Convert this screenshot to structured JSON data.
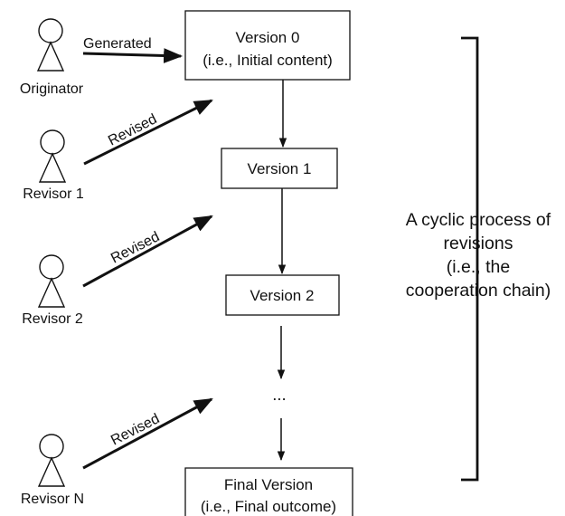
{
  "versions": [
    {
      "line1": "Version 0",
      "line2": "(i.e., Initial content)"
    },
    {
      "line1": "Version 1"
    },
    {
      "line1": "Version 2"
    },
    {
      "line1": "..."
    },
    {
      "line1": "Final Version",
      "line2": "(i.e., Final outcome)"
    }
  ],
  "actors": [
    {
      "name": "Originator",
      "action": "Generated"
    },
    {
      "name": "Revisor 1",
      "action": "Revised"
    },
    {
      "name": "Revisor 2",
      "action": "Revised"
    },
    {
      "name": "Revisor N",
      "action": "Revised"
    }
  ],
  "side_label": [
    "A cyclic process of",
    "revisions",
    "(i.e., the",
    "cooperation chain)"
  ],
  "colors": {
    "stroke": "#111111",
    "background": "#ffffff"
  }
}
